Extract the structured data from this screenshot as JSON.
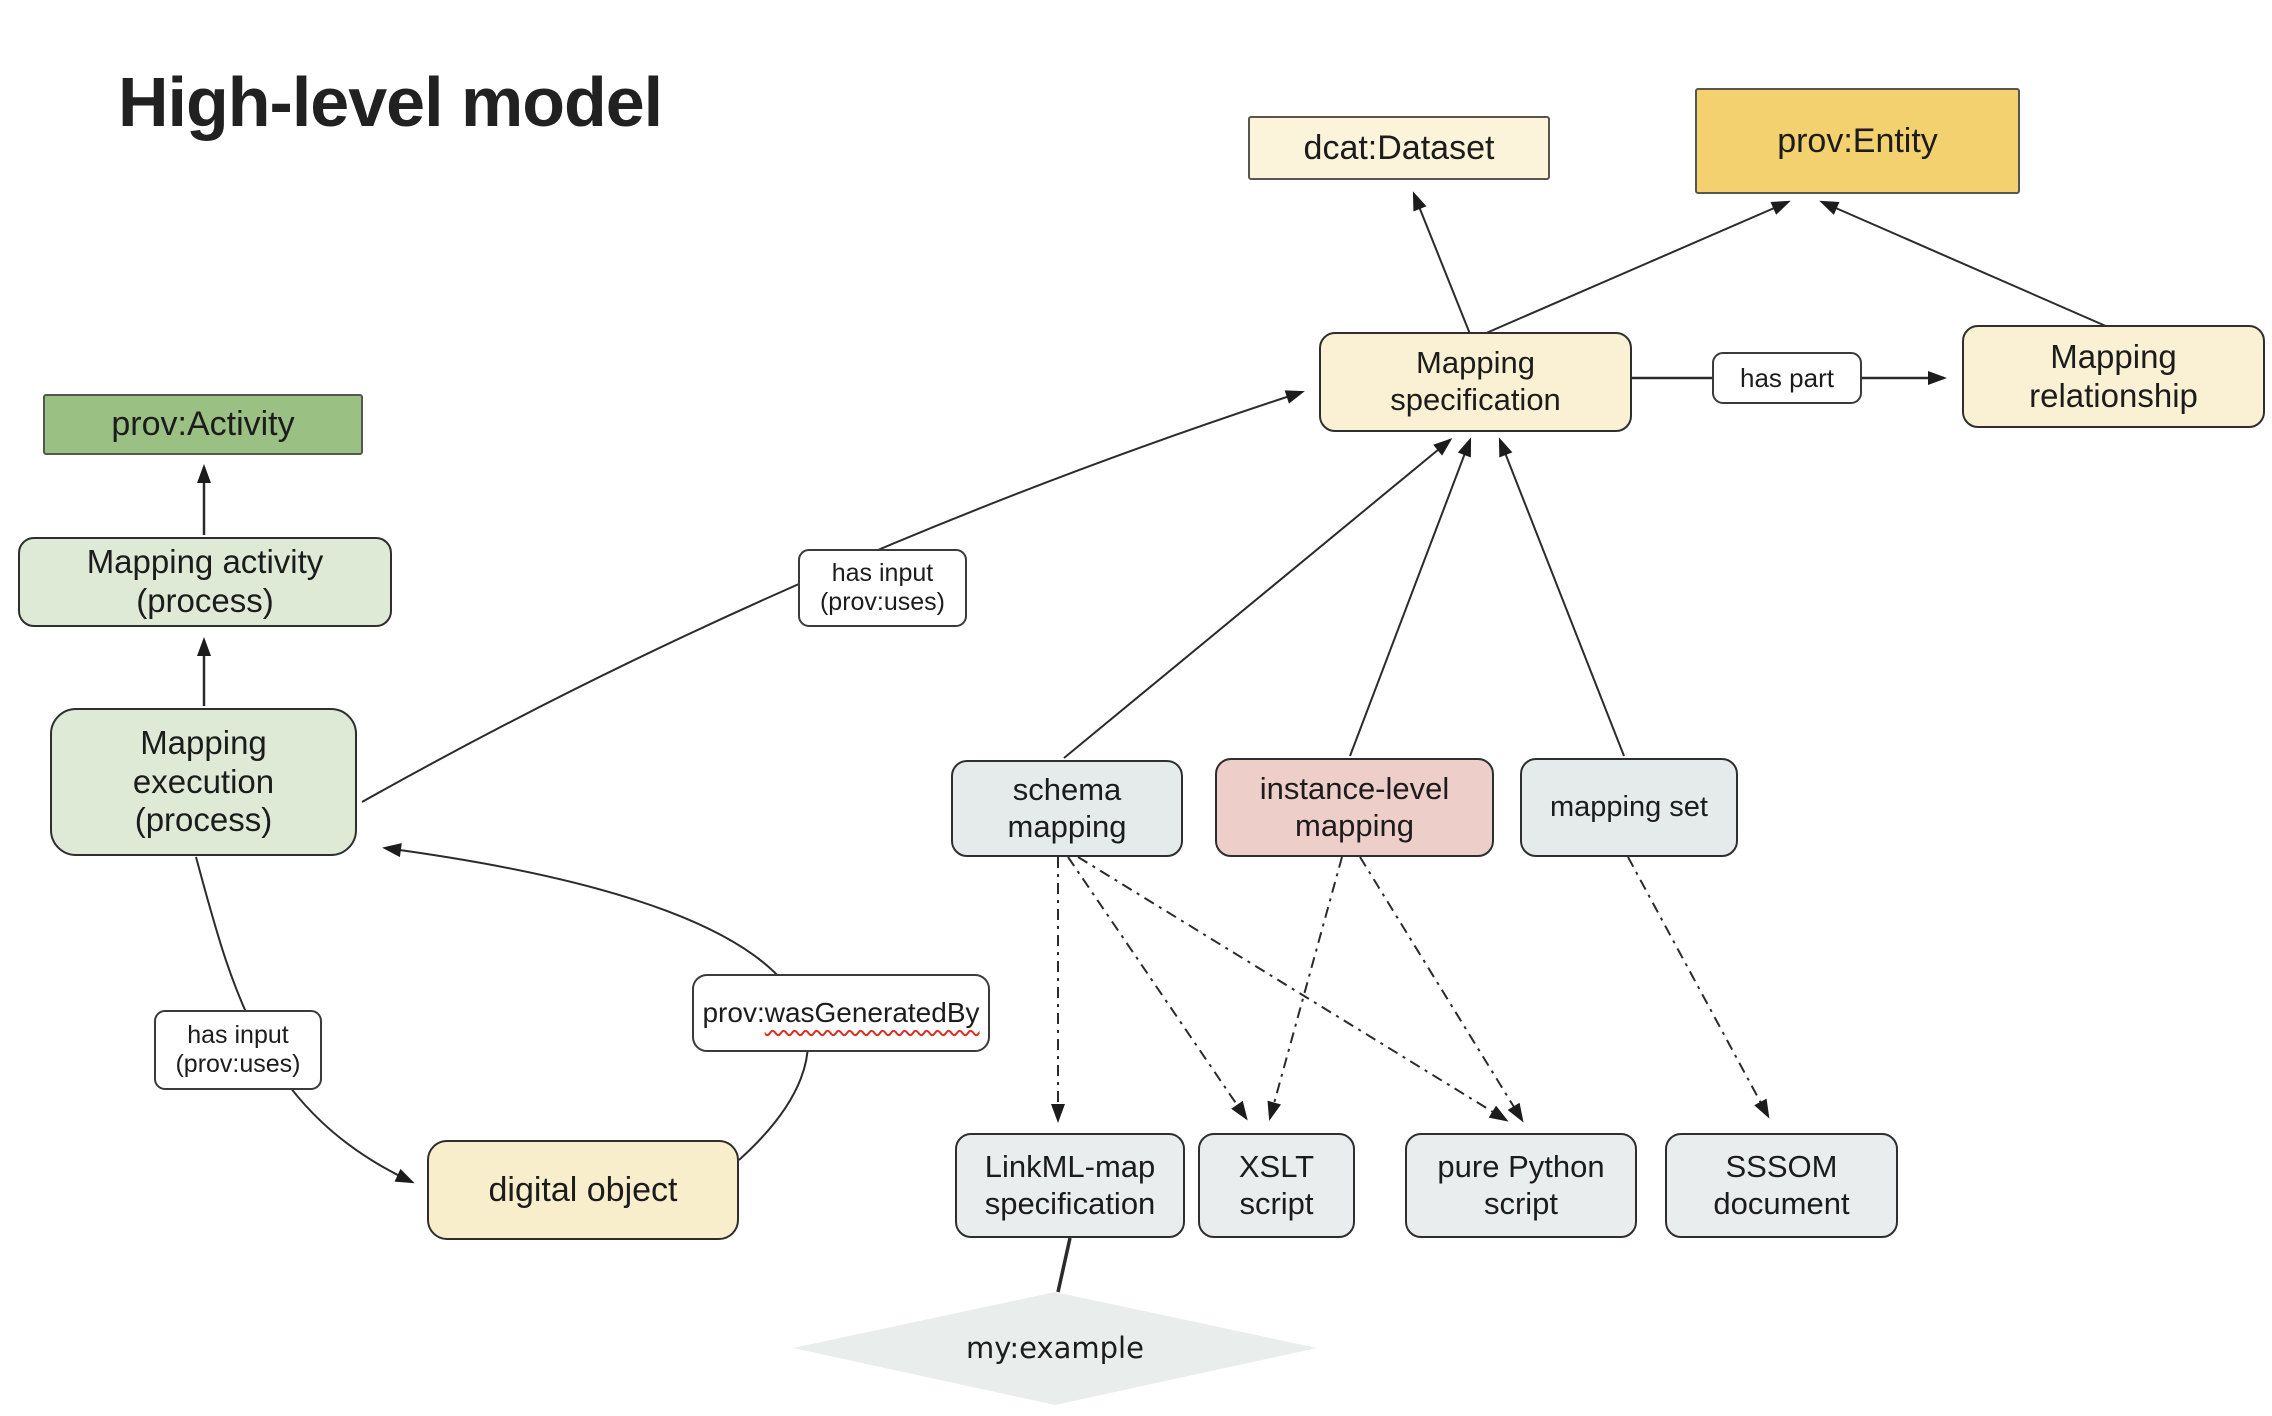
{
  "title": "High-level model",
  "nodes": {
    "dcat_dataset": {
      "label": "dcat:Dataset",
      "fill": "#FBF3DA"
    },
    "prov_entity": {
      "label": "prov:Entity",
      "fill": "#F3D16E"
    },
    "mapping_specification": {
      "label": "Mapping\nspecification",
      "fill": "#FAF0D3"
    },
    "mapping_relationship": {
      "label": "Mapping\nrelationship",
      "fill": "#FAF0D3"
    },
    "prov_activity": {
      "label": "prov:Activity",
      "fill": "#9BC083"
    },
    "mapping_activity": {
      "label": "Mapping activity\n(process)",
      "fill": "#DEEAD6"
    },
    "mapping_execution": {
      "label": "Mapping\nexecution\n(process)",
      "fill": "#DEEAD6"
    },
    "digital_object": {
      "label": "digital object",
      "fill": "#F9EECB"
    },
    "schema_mapping": {
      "label": "schema\nmapping",
      "fill": "#E5EAEA"
    },
    "instance_level_mapping": {
      "label": "instance-level\nmapping",
      "fill": "#EDCEC9"
    },
    "mapping_set": {
      "label": "mapping set",
      "fill": "#E5EAEA"
    },
    "linkml_map_specification": {
      "label": "LinkML-map\nspecification",
      "fill": "#E9EDED"
    },
    "xslt_script": {
      "label": "XSLT\nscript",
      "fill": "#E9EDED"
    },
    "pure_python_script": {
      "label": "pure Python\nscript",
      "fill": "#E9EDED"
    },
    "sssom_document": {
      "label": "SSSOM\ndocument",
      "fill": "#E9EDED"
    },
    "my_example": {
      "label": "my:example",
      "fill": "#E9EDEC"
    }
  },
  "edge_labels": {
    "has_part": "has part",
    "has_input_upper": "has input\n(prov:uses)",
    "has_input_lower": "has input\n(prov:uses)",
    "was_generated_by_prefix": "prov:",
    "was_generated_by_word": "wasGeneratedBy"
  },
  "colors": {
    "background": "#ffffff",
    "title_text": "#212121",
    "edge": "#2b2b2b",
    "arrowhead": "#1c1c1c",
    "spellcheck_underline": "#d93025",
    "diamond_border": "#161616"
  }
}
